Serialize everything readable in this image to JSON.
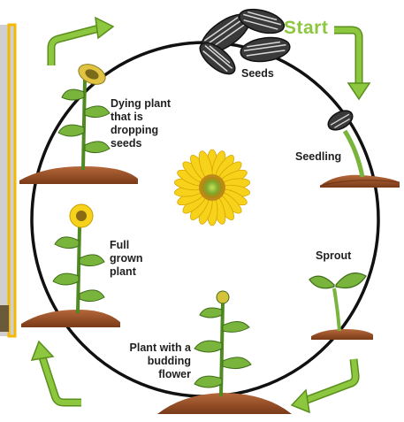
{
  "diagram": {
    "start_label": "Start",
    "stages": {
      "seeds": "Seeds",
      "seedling": "Seedling",
      "sprout": "Sprout",
      "budding": [
        "Plant with a",
        "budding",
        "flower"
      ],
      "full_grown": [
        "Full",
        "grown",
        "plant"
      ],
      "dying": [
        "Dying plant",
        "that is",
        "dropping",
        "seeds"
      ]
    },
    "colors": {
      "arrow": "#8dc63f",
      "arrow_dark": "#5a8f1c",
      "soil": "#a0532a",
      "soil_dark": "#6e3414",
      "leaf": "#79b43c",
      "leaf_dark": "#3f6d1a",
      "petal": "#f7d21a",
      "flower_center": "#7a9a2a",
      "frame": "#f5b800",
      "circle": "#111111"
    }
  }
}
